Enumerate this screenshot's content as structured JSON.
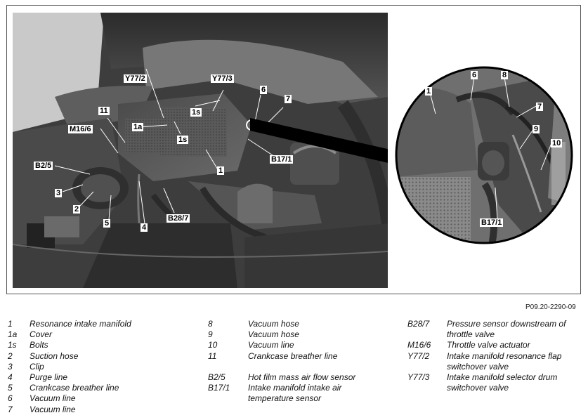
{
  "callouts": [
    "Y77/2",
    "Y77/3",
    "6",
    "7",
    "11",
    "1s",
    "1a",
    "M16/6",
    "1s",
    "B2/5",
    "B17/1",
    "1",
    "3",
    "2",
    "5",
    "4",
    "B28/7",
    "1",
    "6",
    "8",
    "7",
    "9",
    "10",
    "B17/1"
  ],
  "reference_code": "P09.20-2290-09",
  "legend": {
    "col1": [
      {
        "code": "1",
        "text": "Resonance intake manifold"
      },
      {
        "code": "1a",
        "text": "Cover"
      },
      {
        "code": "1s",
        "text": "Bolts"
      },
      {
        "code": "2",
        "text": "Suction hose"
      },
      {
        "code": "3",
        "text": "Clip"
      },
      {
        "code": "4",
        "text": "Purge line"
      },
      {
        "code": "5",
        "text": "Crankcase breather line"
      },
      {
        "code": "6",
        "text": "Vacuum line"
      },
      {
        "code": "7",
        "text": "Vacuum line"
      }
    ],
    "col2": [
      {
        "code": "8",
        "text": "Vacuum hose"
      },
      {
        "code": "9",
        "text": "Vacuum hose"
      },
      {
        "code": "10",
        "text": "Vacuum line"
      },
      {
        "code": "11",
        "text": "Crankcase breather line"
      },
      {
        "code": "",
        "text": ""
      },
      {
        "code": "B2/5",
        "text": "Hot film mass air flow sensor"
      },
      {
        "code": "B17/1",
        "text": "Intake manifold intake air temperature sensor"
      }
    ],
    "col3": [
      {
        "code": "B28/7",
        "text": "Pressure sensor downstream of throttle valve"
      },
      {
        "code": "M16/6",
        "text": "Throttle valve actuator"
      },
      {
        "code": "Y77/2",
        "text": "Intake manifold resonance flap switchover valve"
      },
      {
        "code": "Y77/3",
        "text": "Intake manifold selector drum switchover valve"
      }
    ]
  }
}
